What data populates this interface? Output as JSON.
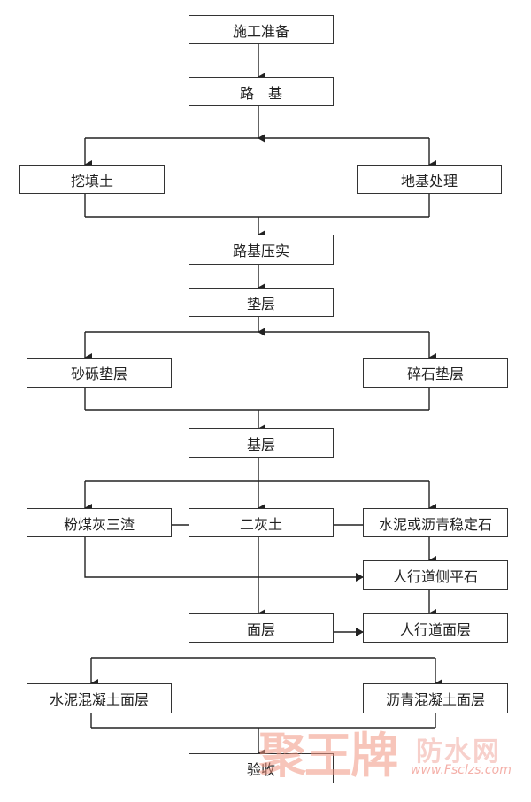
{
  "diagram": {
    "type": "flowchart",
    "nodes": [
      {
        "id": "prep",
        "label": "施工准备"
      },
      {
        "id": "subgrade",
        "label": "路　基"
      },
      {
        "id": "cutfill",
        "label": "挖填土"
      },
      {
        "id": "foundation",
        "label": "地基处理"
      },
      {
        "id": "compact",
        "label": "路基压实"
      },
      {
        "id": "cushion",
        "label": "垫层"
      },
      {
        "id": "gravel_cushion",
        "label": "砂砾垫层"
      },
      {
        "id": "crushed_cushion",
        "label": "碎石垫层"
      },
      {
        "id": "base",
        "label": "基层"
      },
      {
        "id": "flyash",
        "label": "粉煤灰三渣"
      },
      {
        "id": "lime_soil",
        "label": "二灰土"
      },
      {
        "id": "stabilized",
        "label": "水泥或沥青稳定石"
      },
      {
        "id": "curb",
        "label": "人行道侧平石"
      },
      {
        "id": "surface",
        "label": "面层"
      },
      {
        "id": "sidewalk_surface",
        "label": "人行道面层"
      },
      {
        "id": "concrete_surface",
        "label": "水泥混凝土面层"
      },
      {
        "id": "asphalt_surface",
        "label": "沥青混凝土面层"
      },
      {
        "id": "acceptance",
        "label": "验收"
      }
    ],
    "edges": [
      [
        "prep",
        "subgrade"
      ],
      [
        "subgrade",
        "cutfill"
      ],
      [
        "subgrade",
        "foundation"
      ],
      [
        "cutfill",
        "compact"
      ],
      [
        "foundation",
        "compact"
      ],
      [
        "compact",
        "cushion"
      ],
      [
        "cushion",
        "gravel_cushion"
      ],
      [
        "cushion",
        "crushed_cushion"
      ],
      [
        "gravel_cushion",
        "base"
      ],
      [
        "crushed_cushion",
        "base"
      ],
      [
        "base",
        "flyash"
      ],
      [
        "base",
        "lime_soil"
      ],
      [
        "base",
        "stabilized"
      ],
      [
        "flyash",
        "lime_soil"
      ],
      [
        "lime_soil",
        "stabilized"
      ],
      [
        "stabilized",
        "curb"
      ],
      [
        "flyash",
        "curb"
      ],
      [
        "lime_soil",
        "surface"
      ],
      [
        "curb",
        "sidewalk_surface"
      ],
      [
        "surface",
        "sidewalk_surface"
      ],
      [
        "surface",
        "concrete_surface"
      ],
      [
        "surface",
        "asphalt_surface"
      ],
      [
        "concrete_surface",
        "acceptance"
      ],
      [
        "asphalt_surface",
        "acceptance"
      ]
    ]
  },
  "watermark": {
    "brand": "聚王牌",
    "suffix": "防水网",
    "url": "www.Fsclzs.com"
  },
  "colors": {
    "line": "#222222",
    "watermark": "#f0a090"
  }
}
